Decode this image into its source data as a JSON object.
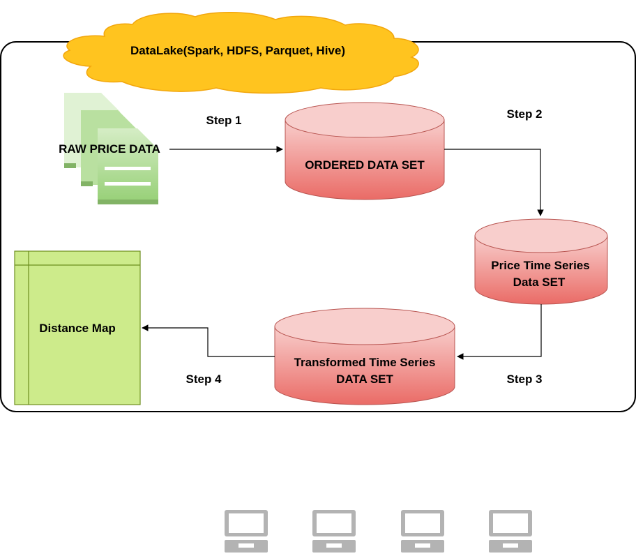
{
  "datalake_label": "DataLake(Spark, HDFS, Parquet, Hive)",
  "raw_price_data_label": "RAW PRICE DATA",
  "ordered_data_set_label": "ORDERED DATA SET",
  "price_time_series": {
    "line1": "Price Time Series",
    "line2": "Data SET"
  },
  "transformed_time_series": {
    "line1": "Transformed Time Series",
    "line2": "DATA SET"
  },
  "distance_map_label": "Distance Map",
  "steps": {
    "step1": "Step 1",
    "step2": "Step 2",
    "step3": "Step 3",
    "step4": "Step 4"
  },
  "colors": {
    "cloud_fill": "#FFC41F",
    "cloud_stroke": "#F2A60C",
    "cylinder_top": "#F8CECC",
    "cylinder_bottom": "#EA6B66",
    "cylinder_stroke": "#B85450",
    "document_fill": "#97D077",
    "document_light": "#D5EDC5",
    "map_fill": "#CDEB8B",
    "map_stroke": "#6D8E1E",
    "computer_fill": "#B3B3B3"
  },
  "icons": [
    "raw-data-documents-icon",
    "computer-icon",
    "computer-icon",
    "computer-icon",
    "computer-icon"
  ]
}
